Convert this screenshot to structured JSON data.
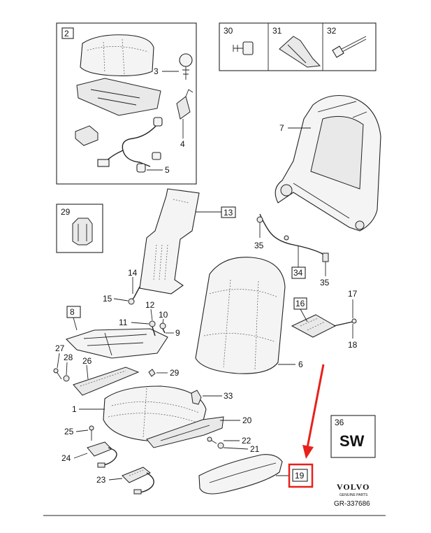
{
  "callouts": {
    "c1": "1",
    "c2": "2",
    "c3": "3",
    "c4": "4",
    "c5": "5",
    "c6": "6",
    "c7": "7",
    "c8": "8",
    "c9": "9",
    "c10": "10",
    "c11": "11",
    "c12": "12",
    "c13": "13",
    "c14": "14",
    "c15": "15",
    "c16": "16",
    "c17": "17",
    "c18": "18",
    "c19": "19",
    "c20": "20",
    "c21": "21",
    "c22": "22",
    "c23": "23",
    "c24": "24",
    "c25": "25",
    "c26": "26",
    "c27": "27",
    "c28": "28",
    "c29a": "29",
    "c29b": "29",
    "c30": "30",
    "c31": "31",
    "c32": "32",
    "c33": "33",
    "c34": "34",
    "c35a": "35",
    "c35b": "35",
    "c36": "36"
  },
  "sw_label": "SW",
  "brand": {
    "name": "VOLVO",
    "tagline": "GENUINE PARTS"
  },
  "drawing_number": "GR-337686",
  "highlight": {
    "target": "19",
    "color": "#e8201a"
  }
}
